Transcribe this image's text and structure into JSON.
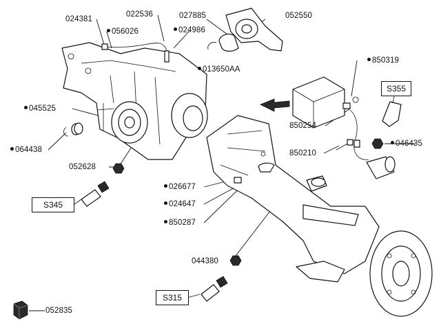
{
  "labels": {
    "p024381": "024381",
    "p056026": "056026",
    "p022536": "022536",
    "p024986": "024986",
    "p027885": "027885",
    "p052550": "052550",
    "p013650AA": "013650AA",
    "p850319": "850319",
    "p045525": "045525",
    "p064438": "064438",
    "p052628": "052628",
    "p850254": "850254",
    "p850210": "850210",
    "p046435": "046435",
    "p026677": "026677",
    "p024647": "024647",
    "p850287": "850287",
    "p044380": "044380",
    "p052835": "052835"
  },
  "callouts": {
    "s355": "S355",
    "s345": "S345",
    "s315": "S315"
  },
  "colors": {
    "ink": "#111111",
    "background": "#ffffff",
    "shaded_part": "#2a2a2a"
  },
  "icons": {
    "direction_arrow": "arrow-left-icon",
    "filled_bullet": "dot-icon"
  }
}
